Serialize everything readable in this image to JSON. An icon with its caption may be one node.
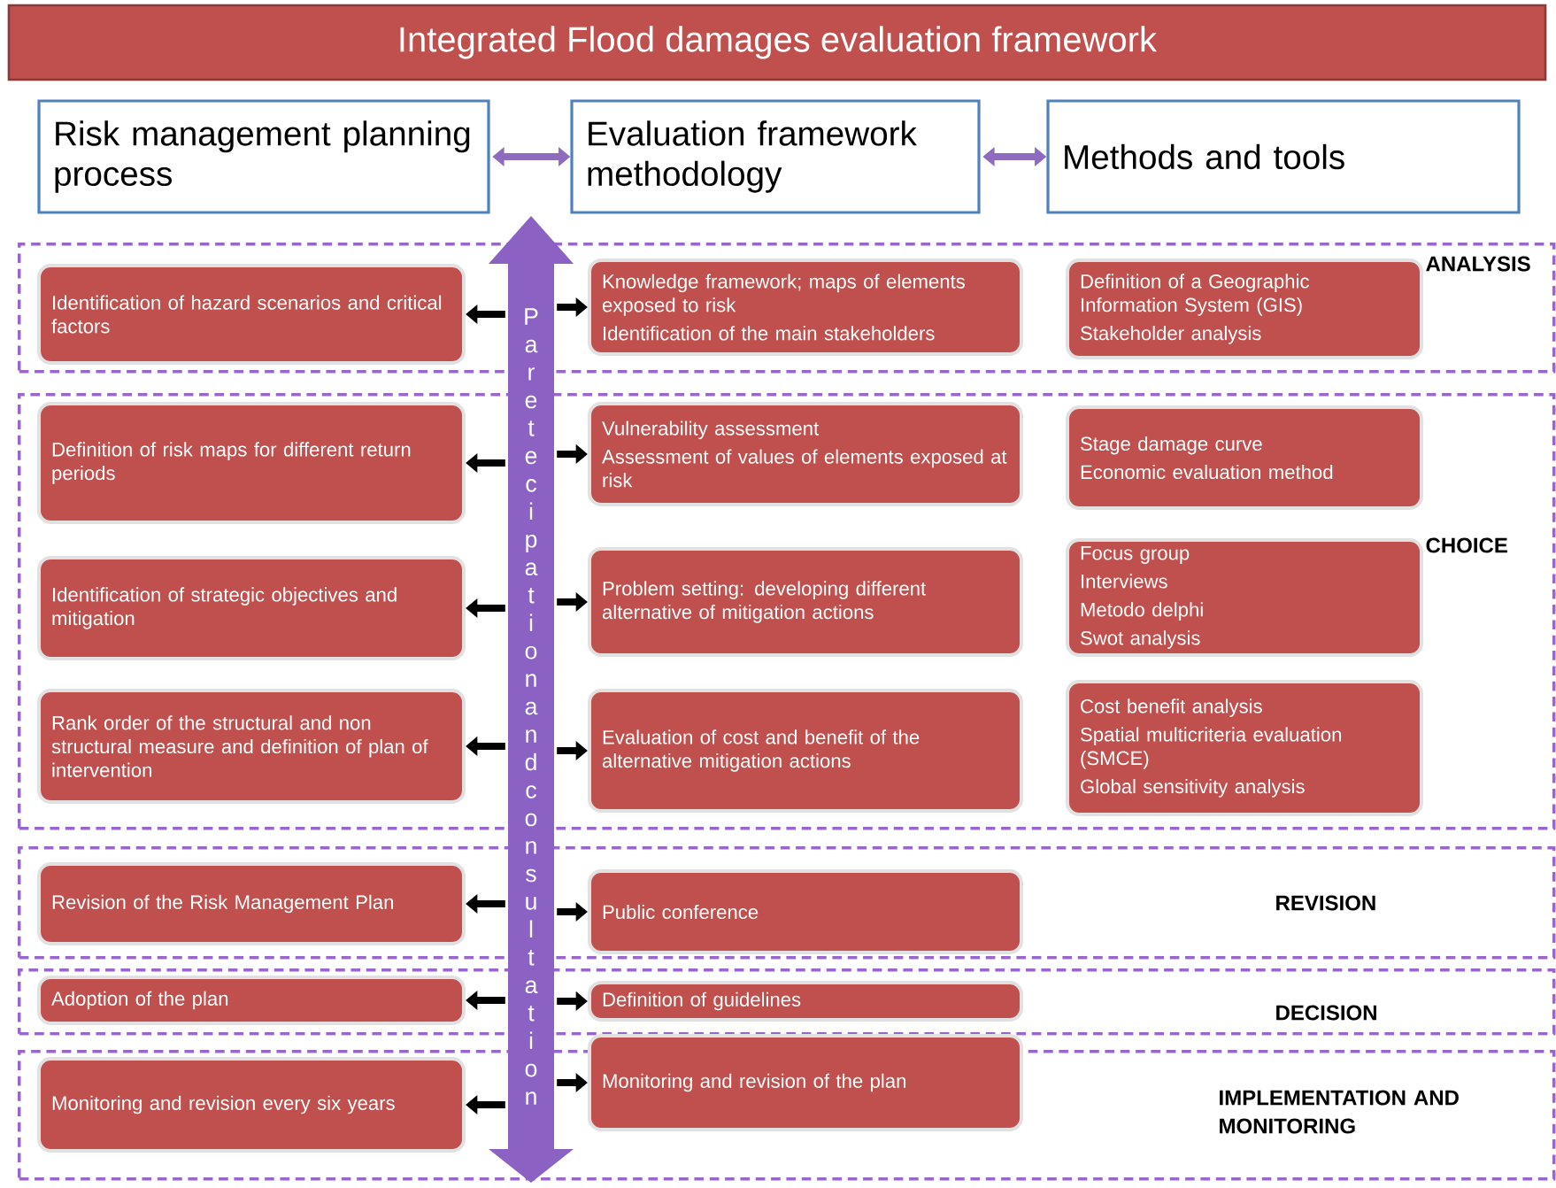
{
  "diagram": {
    "nodes": [
      {
        "text": [
          "Integrated Flood damages evaluation framework"
        ]
      },
      {
        "text": [
          "Risk management planning process"
        ]
      },
      {
        "text": [
          "Evaluation framework methodology"
        ]
      },
      {
        "text": [
          "Methods and tools"
        ]
      },
      {
        "text": [
          "Paretecipation and consultation"
        ]
      },
      {
        "text": [
          "ANALYSIS"
        ]
      },
      {
        "text": [
          "Identification of hazard scenarios and critical factors"
        ],
        "in": 5
      },
      {
        "text": [
          "Knowledge framework; maps of elements exposed to risk",
          "Identification of the main stakeholders"
        ],
        "in": 5
      },
      {
        "text": [
          "Definition of a Geographic Information System (GIS)",
          "Stakeholder analysis"
        ],
        "in": 5
      },
      {
        "text": [
          "CHOICE"
        ]
      },
      {
        "text": [
          "Definition of risk maps for different return periods"
        ],
        "in": 9
      },
      {
        "text": [
          "Vulnerability assessment",
          "Assessment of values of elements exposed at risk"
        ],
        "in": 9
      },
      {
        "text": [
          "Stage damage curve",
          "Economic evaluation method"
        ],
        "in": 9
      },
      {
        "text": [
          "Identification of strategic objectives and mitigation"
        ],
        "in": 9
      },
      {
        "text": [
          "Problem setting: developing different alternative of mitigation actions"
        ],
        "in": 9
      },
      {
        "text": [
          "Focus group",
          "Interviews",
          "Metodo delphi",
          "Swot analysis"
        ],
        "in": 9
      },
      {
        "text": [
          "Rank order of the structural and non structural measure and definition of plan of intervention"
        ],
        "in": 9
      },
      {
        "text": [
          "Evaluation of cost and benefit of the alternative mitigation actions"
        ],
        "in": 9
      },
      {
        "text": [
          "Cost benefit analysis",
          "Spatial multicriteria evaluation (SMCE)",
          "Global sensitivity analysis"
        ],
        "in": 9
      },
      {
        "text": [
          "REVISION"
        ]
      },
      {
        "text": [
          "Revision of the Risk Management Plan"
        ],
        "in": 19
      },
      {
        "text": [
          "Public conference"
        ],
        "in": 19
      },
      {
        "text": [
          "DECISION"
        ]
      },
      {
        "text": [
          "Adoption of the plan"
        ],
        "in": 22
      },
      {
        "text": [
          "Definition of guidelines"
        ],
        "in": 22
      },
      {
        "text": [
          "IMPLEMENTATION AND MONITORING"
        ]
      },
      {
        "text": [
          "Monitoring and revision every six years"
        ],
        "in": 25
      },
      {
        "text": [
          "Monitoring and revision of the plan"
        ],
        "in": 25
      }
    ],
    "edges": [
      {
        "from": 1,
        "to": 2,
        "arrow": "both",
        "color": "#8e6bbf"
      },
      {
        "from": 2,
        "to": 3,
        "arrow": "both",
        "color": "#8e6bbf"
      },
      {
        "from": 4,
        "to": 6,
        "arrow": "to"
      },
      {
        "from": 4,
        "to": 7,
        "arrow": "to"
      },
      {
        "from": 4,
        "to": 10,
        "arrow": "to"
      },
      {
        "from": 4,
        "to": 11,
        "arrow": "to"
      },
      {
        "from": 4,
        "to": 13,
        "arrow": "to"
      },
      {
        "from": 4,
        "to": 14,
        "arrow": "to"
      },
      {
        "from": 4,
        "to": 16,
        "arrow": "to"
      },
      {
        "from": 4,
        "to": 17,
        "arrow": "to"
      },
      {
        "from": 4,
        "to": 20,
        "arrow": "to"
      },
      {
        "from": 4,
        "to": 21,
        "arrow": "to"
      },
      {
        "from": 4,
        "to": 23,
        "arrow": "to"
      },
      {
        "from": 4,
        "to": 24,
        "arrow": "to"
      },
      {
        "from": 4,
        "to": 26,
        "arrow": "to"
      },
      {
        "from": 4,
        "to": 27,
        "arrow": "to"
      }
    ]
  }
}
